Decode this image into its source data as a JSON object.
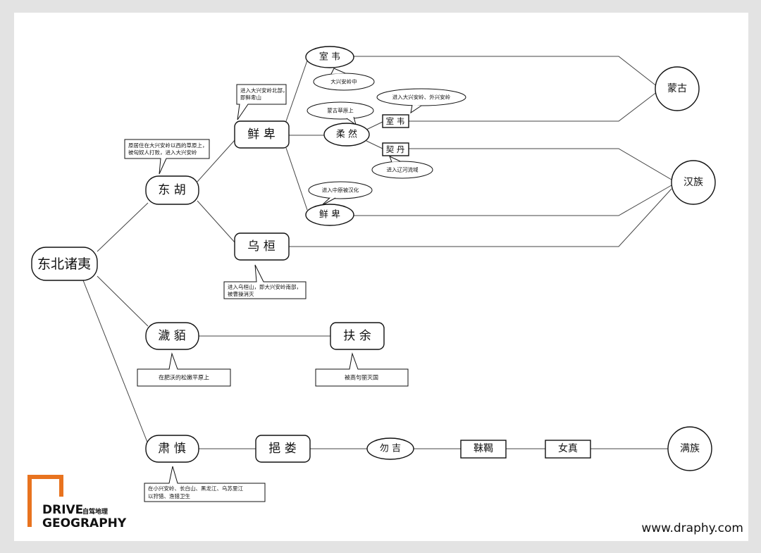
{
  "nodes": {
    "root": "东北诸夷",
    "donghu": "东 胡",
    "xianbei": "鲜 卑",
    "wuhuan": "乌 桓",
    "shiwei_top": "室 韦",
    "rouran": "柔 然",
    "shiwei_mid": "室 韦",
    "qidan": "契 丹",
    "xianbei_south": "鲜 卑",
    "mengu": "蒙古",
    "hanzu": "汉族",
    "huimo": "濊 貊",
    "fuyu": "扶 余",
    "sushen": "肃 慎",
    "yilou": "挹 娄",
    "wuji": "勿 吉",
    "mohe": "靺鞨",
    "nuzhen": "女真",
    "manzu": "满族"
  },
  "notes": {
    "donghu": [
      "原居住在大兴安岭以西的草原上，",
      "被匈奴人打败，进入大兴安岭"
    ],
    "xianbei": [
      "进入大兴安岭北部，",
      "即鲜卑山"
    ],
    "shiwei": "大兴安岭中",
    "rouran": "蒙古草原上",
    "shiwei_mid": "进入大兴安岭、外兴安岭",
    "qidan": "进入辽河流域",
    "xianbei_south": "进入中原被汉化",
    "wuhuan": [
      "进入乌桓山，即大兴安岭南部，",
      "被曹操消灭"
    ],
    "huimo": "在肥沃的松嫩平原上",
    "fuyu": "被高句丽灭国",
    "sushen": [
      "在小兴安岭、长白山、黑龙江、乌苏里江",
      "以狩猎、渔猎卫生"
    ]
  },
  "logo": {
    "line1": "DRIVE",
    "line2": "GEOGRAPHY",
    "cn": "自驾地理",
    "accent_color": "#e8731f"
  },
  "site": "www.draphy.com"
}
